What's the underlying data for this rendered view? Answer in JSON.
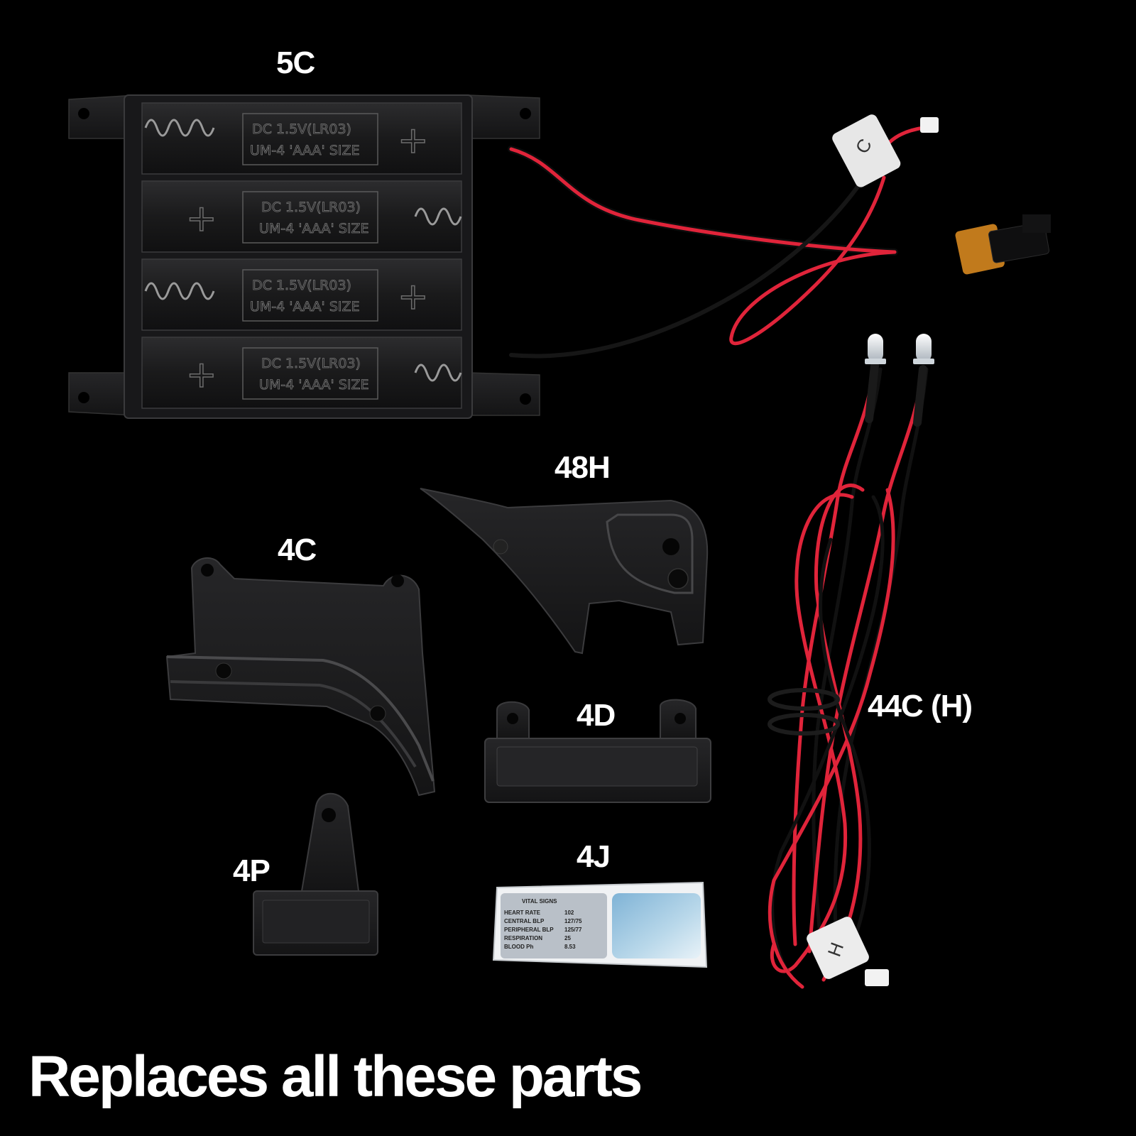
{
  "headline": "Replaces all these parts",
  "labels": {
    "battery_box": "5C",
    "bracket_48h": "48H",
    "bracket_4c": "4C",
    "holder_4d": "4D",
    "mount_4p": "4P",
    "sticker_4j": "4J",
    "led_harness": "44C (H)"
  },
  "battery_box": {
    "line1": "DC  1.5V(LR03)",
    "line2": "UM-4 'AAA' SIZE",
    "plus": "+"
  },
  "wire_tags": {
    "switch_tag": "C",
    "led_tag": "H"
  },
  "sticker": {
    "title": "VITAL SIGNS",
    "rows": [
      {
        "label": "HEART RATE",
        "value": "102"
      },
      {
        "label": "CENTRAL BLP",
        "value": "127/75"
      },
      {
        "label": "PERIPHERAL BLP",
        "value": "125/77"
      },
      {
        "label": "RESPIRATION",
        "value": "25"
      },
      {
        "label": "BLOOD Ph",
        "value": "8.53"
      }
    ]
  },
  "colors": {
    "background": "#000000",
    "plastic": "#1b1b1d",
    "wire_red": "#e0243a",
    "wire_black": "#0c0c0c",
    "text": "#ffffff"
  }
}
